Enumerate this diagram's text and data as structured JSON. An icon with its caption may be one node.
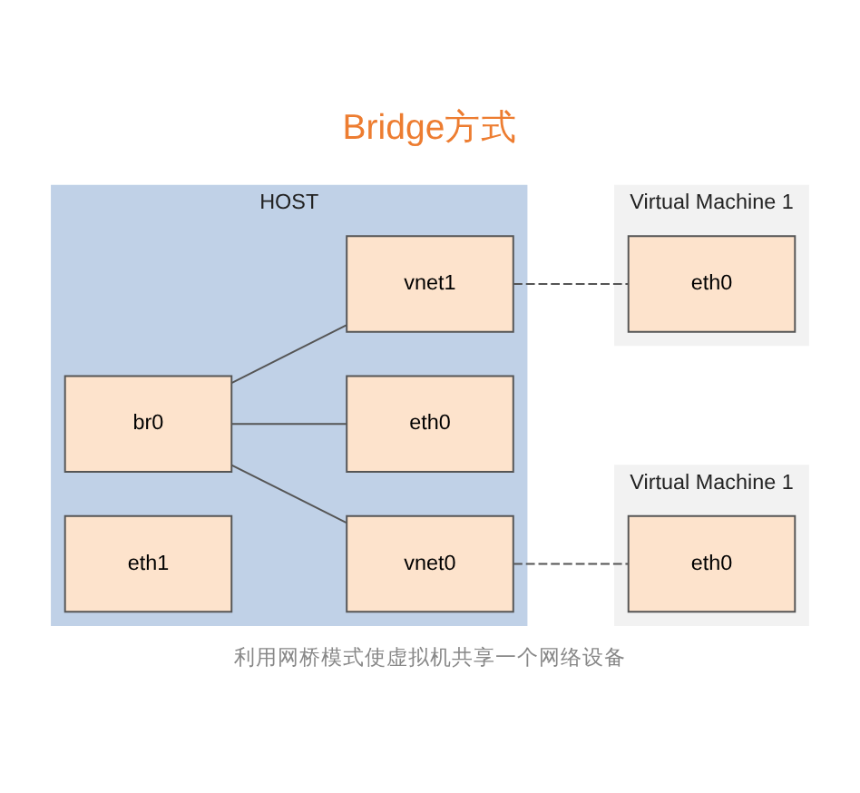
{
  "diagram": {
    "title": "Bridge方式",
    "caption": "利用网桥模式使虚拟机共享一个网络设备",
    "nodes": [
      {
        "text": [
          "HOST"
        ]
      },
      {
        "text": [
          "vnet0"
        ],
        "in": 0
      },
      {
        "text": [
          "br0"
        ],
        "in": 0
      },
      {
        "text": [
          "eth0"
        ],
        "in": 0
      },
      {
        "text": [
          "eth1"
        ],
        "in": 0
      },
      {
        "text": [
          "vnet1"
        ],
        "in": 0
      },
      {
        "text": [
          "Virtual Machine 1"
        ]
      },
      {
        "text": [
          "eth0"
        ],
        "in": 6
      },
      {
        "text": [
          "Virtual Machine 1"
        ]
      },
      {
        "text": [
          "eth0"
        ],
        "in": 8
      }
    ],
    "edges": [
      {
        "from": 2,
        "to": 1,
        "arrow": "none"
      },
      {
        "from": 2,
        "to": 3,
        "arrow": "none"
      },
      {
        "from": 2,
        "to": 5,
        "arrow": "none"
      },
      {
        "from": 1,
        "to": 7,
        "arrow": "none",
        "style": "dashed"
      },
      {
        "from": 5,
        "to": 9,
        "arrow": "none",
        "style": "dashed"
      }
    ]
  }
}
